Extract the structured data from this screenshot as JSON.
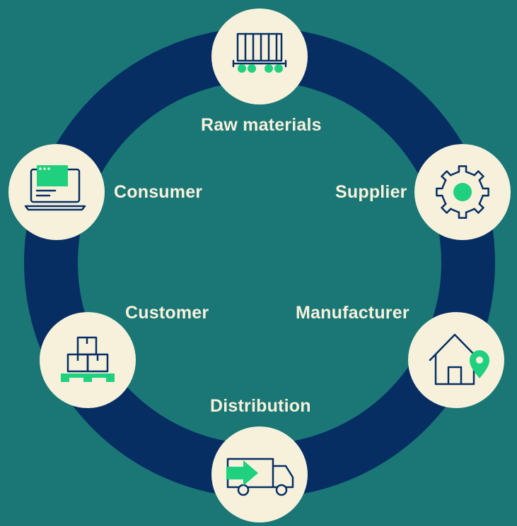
{
  "colors": {
    "background": "#1a7775",
    "ring": "#062e63",
    "node_fill": "#f7f1dc",
    "icon_stroke": "#062e63",
    "accent": "#1fd07e",
    "label_text": "#f7f1dc"
  },
  "stages": [
    {
      "key": "raw",
      "label": "Raw materials",
      "icon": "freight-railcar-icon"
    },
    {
      "key": "supplier",
      "label": "Supplier",
      "icon": "gear-icon"
    },
    {
      "key": "manufacturer",
      "label": "Manufacturer",
      "icon": "house-location-pin-icon"
    },
    {
      "key": "distribution",
      "label": "Distribution",
      "icon": "delivery-truck-icon"
    },
    {
      "key": "customer",
      "label": "Customer",
      "icon": "stacked-boxes-pallet-icon"
    },
    {
      "key": "consumer",
      "label": "Consumer",
      "icon": "laptop-icon"
    }
  ]
}
